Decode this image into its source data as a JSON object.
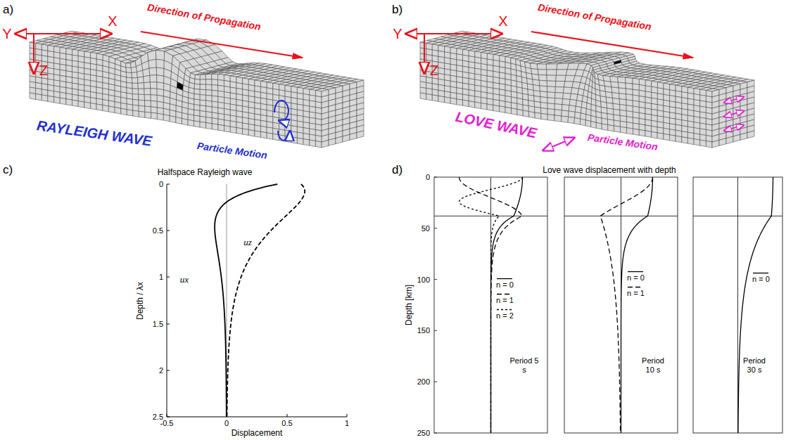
{
  "diagram": {
    "labels": [
      "a)",
      "X",
      "Y",
      "Z",
      "Direction of Propagation",
      "RAYLEIGH WAVE",
      "Particle Motion",
      "b)",
      "X",
      "Y",
      "Z",
      "Direction of Propagation",
      "LOVE WAVE",
      "Particle Motion",
      "c)",
      "Halfspace Rayleigh wave",
      "0",
      "0.5",
      "1",
      "1.5",
      "2",
      "2.5",
      "-0.5",
      "0",
      "0.5",
      "1",
      "Depth / λx",
      "Displacement",
      "ux",
      "uz",
      "d)",
      "Love wave displacement with depth",
      "0",
      "50",
      "100",
      "150",
      "200",
      "250",
      "Depth [km]",
      "Period 5 s",
      "Period 10 s",
      "Period 30 s"
    ],
    "legend": [
      {
        "text": "n = 0"
      },
      {
        "text": "n = 1"
      },
      {
        "text": "n = 2"
      },
      {
        "text": "n = 0"
      },
      {
        "text": "n = 1"
      },
      {
        "text": "n = 0"
      }
    ]
  }
}
